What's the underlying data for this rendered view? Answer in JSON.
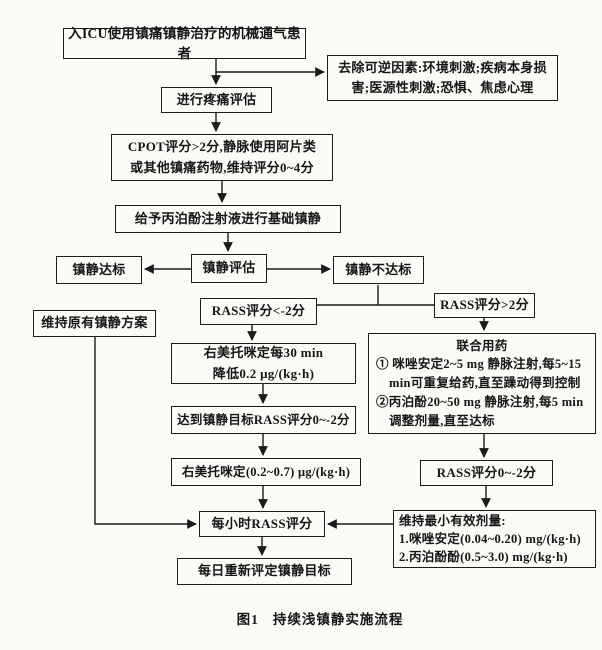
{
  "figure_caption": {
    "label": "图1",
    "title": "持续浅镇静实施流程"
  },
  "nodes": {
    "entry": {
      "text": "入ICU使用镇痛镇静治疗的机械通气患者"
    },
    "remove_factors": {
      "text": "去除可逆因素:环境刺激;疾病本身损害;医源性刺激;恐惧、焦虑心理"
    },
    "pain_assess": {
      "text": "进行疼痛评估"
    },
    "cpot": {
      "line1": "CPOT评分>2分,静脉使用阿片类",
      "line2": "或其他镇痛药物,维持评分0~4分"
    },
    "propofol_base": {
      "text": "给予丙泊酚注射液进行基础镇静"
    },
    "sedation_assess": {
      "text": "镇静评估"
    },
    "target_met": {
      "text": "镇静达标"
    },
    "target_not_met": {
      "text": "镇静不达标"
    },
    "maintain_plan": {
      "text": "维持原有镇静方案"
    },
    "rass_low": {
      "text": "RASS评分<-2分"
    },
    "rass_high": {
      "text": "RASS评分>2分"
    },
    "dex_reduce": {
      "line1": "右美托咪定每30 min",
      "line2": "降低0.2 μg/(kg·h)"
    },
    "reach_target": {
      "text": "达到镇静目标RASS评分0~-2分"
    },
    "dex_dose": {
      "text": "右美托咪定(0.2~0.7) μg/(kg·h)"
    },
    "combo": {
      "title": "联合用药",
      "item1": "① 咪唑安定2~5 mg 静脉注射,每5~15 min可重复给药,直至躁动得到控制",
      "item2": "②丙泊酚20~50 mg 静脉注射,每5 min调整剂量,直至达标"
    },
    "rass_mid": {
      "text": "RASS评分0~-2分"
    },
    "min_dose": {
      "line1": "维持最小有效剂量:",
      "line2": "1.咪唑安定(0.04~0.20) mg/(kg·h)",
      "line3": "2.丙泊酚酚(0.5~3.0) mg/(kg·h)"
    },
    "hourly": {
      "text": "每小时RASS评分"
    },
    "daily": {
      "text": "每日重新评定镇静目标"
    }
  }
}
